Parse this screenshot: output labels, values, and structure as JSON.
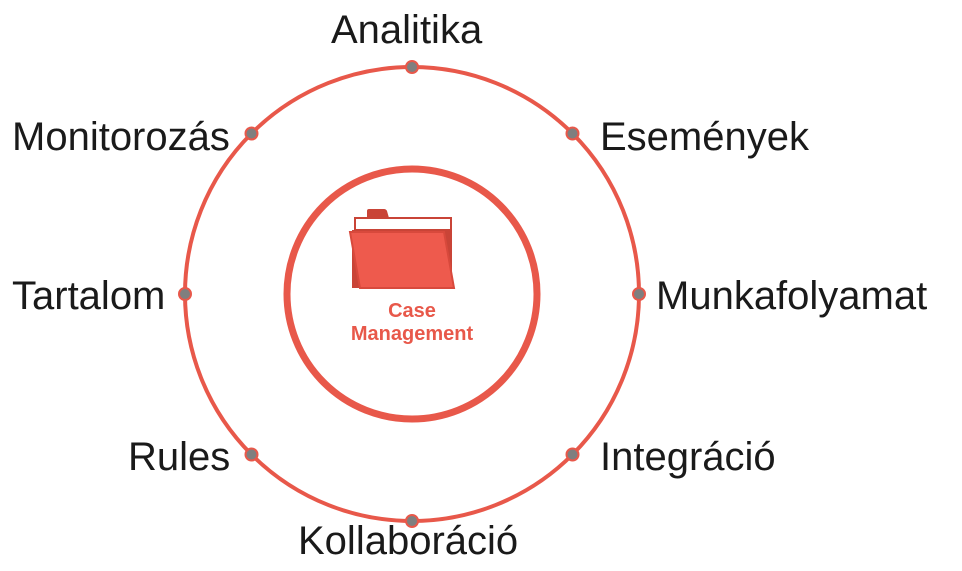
{
  "center": {
    "line1": "Case",
    "line2": "Management",
    "icon": "folder-icon"
  },
  "nodes": [
    {
      "id": "analitika",
      "label": "Analitika"
    },
    {
      "id": "esemenyek",
      "label": "Események"
    },
    {
      "id": "munkafolyamat",
      "label": "Munkafolyamat"
    },
    {
      "id": "integracio",
      "label": "Integráció"
    },
    {
      "id": "kollaboracio",
      "label": "Kollaboráció"
    },
    {
      "id": "rules",
      "label": "Rules"
    },
    {
      "id": "tartalom",
      "label": "Tartalom"
    },
    {
      "id": "monitorozas",
      "label": "Monitorozás"
    }
  ],
  "colors": {
    "ring": "#e8584a",
    "node_fill": "#7f7f7f",
    "node_stroke": "#e8584a",
    "folder": "#ee5a4d",
    "folder_dark": "#c94437",
    "text": "#1a1a1a"
  }
}
